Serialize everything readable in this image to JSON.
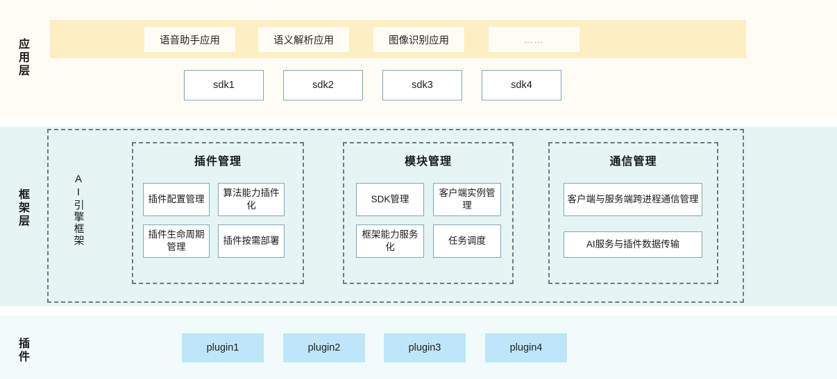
{
  "diagram": {
    "title": "AI engine framework layered architecture",
    "colors": {
      "app_band": "#fefcf4",
      "app_strip": "#fdeec3",
      "framework_band": "#e6f5f3",
      "plugin_band": "#f1fbfb",
      "plugin_box": "#bfe6f8",
      "box_border": "#7ba7bd",
      "dashed_border": "#6b7a80"
    }
  },
  "layers": {
    "application": {
      "label": "应用层",
      "apps": [
        {
          "label": "语音助手应用"
        },
        {
          "label": "语义解析应用"
        },
        {
          "label": "图像识别应用"
        },
        {
          "label": "……"
        }
      ],
      "sdks": [
        {
          "label": "sdk1"
        },
        {
          "label": "sdk2"
        },
        {
          "label": "sdk3"
        },
        {
          "label": "sdk4"
        }
      ]
    },
    "framework": {
      "label": "框架层",
      "engine_label": "AI引擎框架",
      "groups": [
        {
          "title": "插件管理",
          "cells": [
            {
              "label": "插件配置管理"
            },
            {
              "label": "算法能力插件化"
            },
            {
              "label": "插件生命周期管理"
            },
            {
              "label": "插件按需部署"
            }
          ]
        },
        {
          "title": "模块管理",
          "cells": [
            {
              "label": "SDK管理"
            },
            {
              "label": "客户端实例管理"
            },
            {
              "label": "框架能力服务化"
            },
            {
              "label": "任务调度"
            }
          ]
        },
        {
          "title": "通信管理",
          "cells": [
            {
              "label": "客户端与服务端跨进程通信管理"
            },
            {
              "label": "AI服务与插件数据传输"
            }
          ]
        }
      ]
    },
    "plugin": {
      "label": "插件",
      "plugins": [
        {
          "label": "plugin1"
        },
        {
          "label": "plugin2"
        },
        {
          "label": "plugin3"
        },
        {
          "label": "plugin4"
        }
      ]
    }
  }
}
